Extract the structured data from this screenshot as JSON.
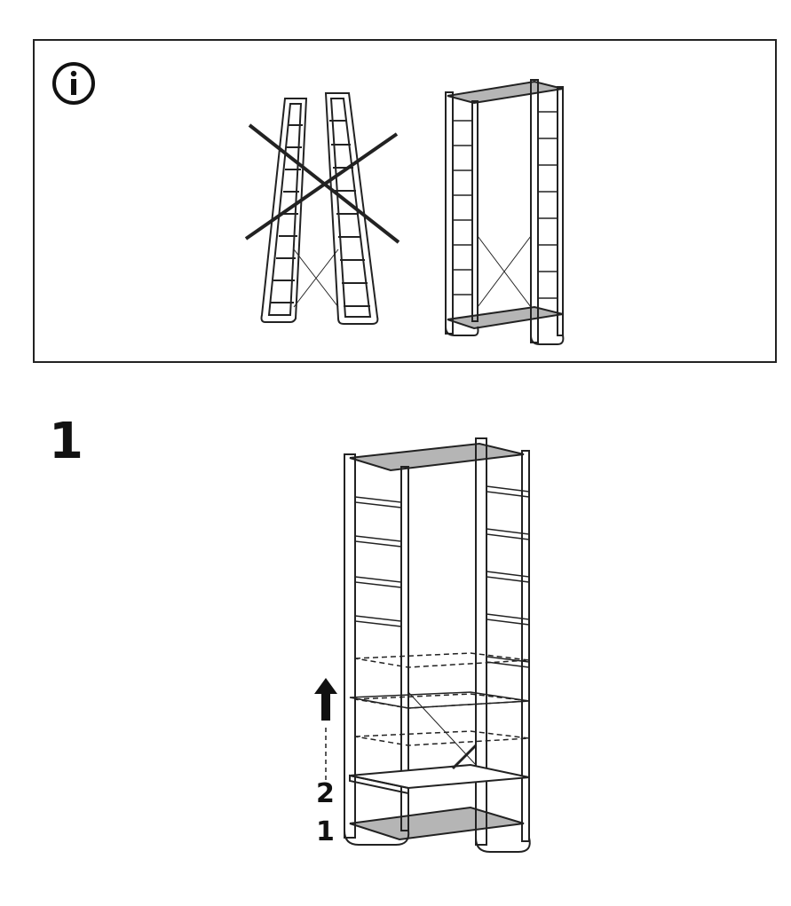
{
  "info_panel": {
    "icon": "info-icon",
    "wrong_assembly_icon": "cross-out-icon"
  },
  "step": {
    "number": "1",
    "order_labels": [
      "2",
      "1"
    ],
    "direction_icon": "up-arrow-icon"
  },
  "colors": {
    "line": "#222222",
    "shelf_fill": "#b5b5b5"
  }
}
